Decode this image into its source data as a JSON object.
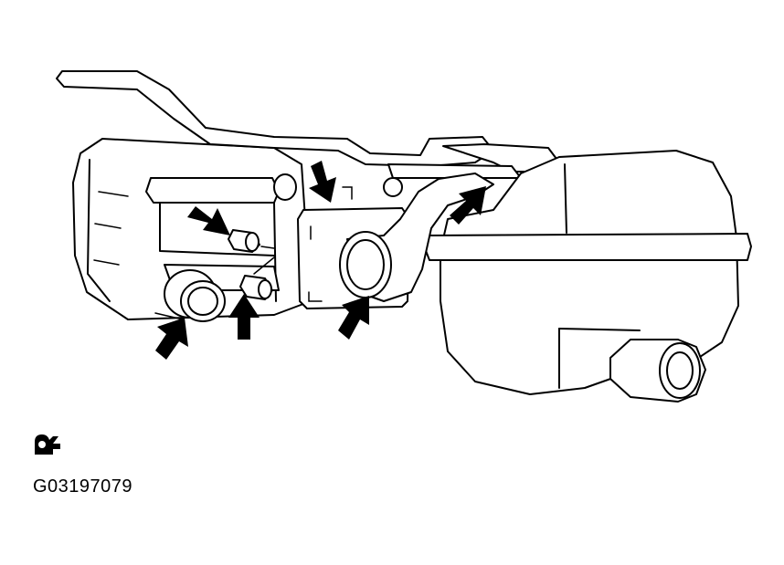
{
  "figure": {
    "code": "G03197079",
    "symbol_icon": "tool-symbol-icon"
  },
  "callouts": [
    {
      "id": "arrow-upper-nipple"
    },
    {
      "id": "arrow-lower-nipple"
    },
    {
      "id": "arrow-large-port"
    },
    {
      "id": "arrow-block-top"
    },
    {
      "id": "arrow-hose-right"
    },
    {
      "id": "arrow-hose-elbow"
    }
  ]
}
